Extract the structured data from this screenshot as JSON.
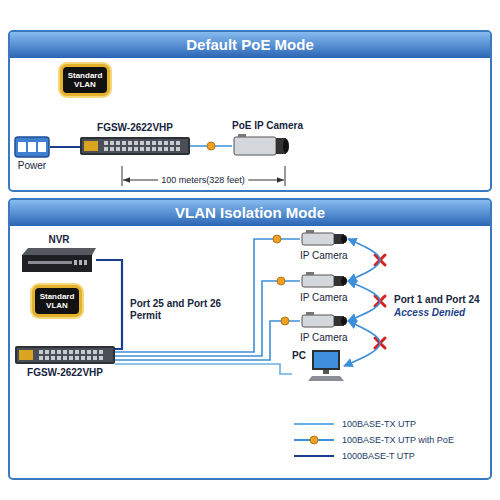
{
  "diagram": {
    "nodes": [
      {
        "text": [
          "Default PoE Mode"
        ]
      },
      {
        "text": [
          "Standard VLAN"
        ],
        "in": 0
      },
      {
        "text": [
          "FGSW-2622VHP"
        ],
        "in": 0
      },
      {
        "text": [
          "Power"
        ],
        "in": 0
      },
      {
        "text": [
          "PoE IP Camera"
        ],
        "in": 0
      },
      {
        "text": [
          "VLAN Isolation Mode"
        ]
      },
      {
        "text": [
          "NVR"
        ],
        "in": 5
      },
      {
        "text": [
          "Standard VLAN"
        ],
        "in": 5
      },
      {
        "text": [
          "IP Camera"
        ],
        "in": 5
      },
      {
        "text": [
          "IP Camera"
        ],
        "in": 5
      },
      {
        "text": [
          "IP Camera"
        ],
        "in": 5
      },
      {
        "text": [
          "FGSW-2622VHP"
        ],
        "in": 5
      },
      {
        "text": [
          "PC"
        ],
        "in": 5
      }
    ],
    "edges": [
      {
        "from": 3,
        "to": 2,
        "arrow": "none"
      },
      {
        "from": 2,
        "to": 4,
        "arrow": "none"
      },
      {
        "from": 11,
        "to": 6,
        "arrow": "none"
      },
      {
        "from": 11,
        "to": 8,
        "arrow": "none"
      },
      {
        "from": 11,
        "to": 9,
        "arrow": "none"
      },
      {
        "from": 11,
        "to": 10,
        "arrow": "none"
      },
      {
        "from": 11,
        "to": 12,
        "arrow": "none"
      },
      {
        "from": 8,
        "to": 9,
        "arrow": "both"
      },
      {
        "from": 9,
        "to": 10,
        "arrow": "both"
      },
      {
        "from": 10,
        "to": 12,
        "arrow": "both"
      }
    ],
    "labels": [
      "100 meters(328 feet)",
      "Port 25 and Port 26 Permit",
      "Port 1 and Port 24",
      "Access Denied"
    ],
    "legend": [
      {
        "text": "100BASE-TX UTP"
      },
      {
        "text": "100BASE-TX UTP with PoE"
      },
      {
        "text": "1000BASE-T UTP"
      }
    ]
  }
}
